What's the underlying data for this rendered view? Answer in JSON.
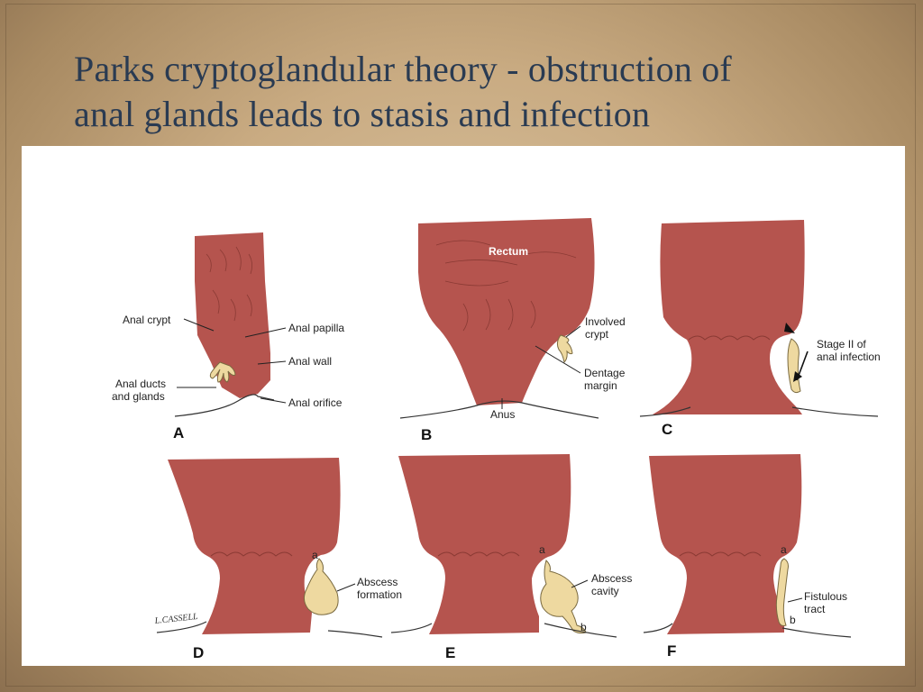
{
  "slide": {
    "title_line1": "Parks cryptoglandular theory - obstruction of",
    "title_line2": "anal glands leads to stasis and infection"
  },
  "panels": {
    "A": {
      "letter": "A",
      "labels": {
        "anal_crypt": "Anal crypt",
        "anal_papilla": "Anal papilla",
        "anal_wall": "Anal wall",
        "anal_ducts_1": "Anal ducts",
        "anal_ducts_2": "and glands",
        "anal_orifice": "Anal orifice"
      }
    },
    "B": {
      "letter": "B",
      "labels": {
        "rectum": "Rectum",
        "involved_1": "Involved",
        "involved_2": "crypt",
        "dentate_1": "Dentage",
        "dentate_2": "margin",
        "anus": "Anus"
      }
    },
    "C": {
      "letter": "C",
      "labels": {
        "stage_1": "Stage II of",
        "stage_2": "anal infection"
      }
    },
    "D": {
      "letter": "D",
      "labels": {
        "a": "a",
        "abscess_1": "Abscess",
        "abscess_2": "formation",
        "signature": "L.CASSELL"
      }
    },
    "E": {
      "letter": "E",
      "labels": {
        "a": "a",
        "b": "b",
        "abscess_1": "Abscess",
        "abscess_2": "cavity"
      }
    },
    "F": {
      "letter": "F",
      "labels": {
        "a": "a",
        "b": "b",
        "fistula_1": "Fistulous",
        "fistula_2": "tract"
      }
    }
  },
  "colors": {
    "tissue": "#b5544e",
    "gland": "#eed9a0",
    "title": "#2a3b52"
  }
}
